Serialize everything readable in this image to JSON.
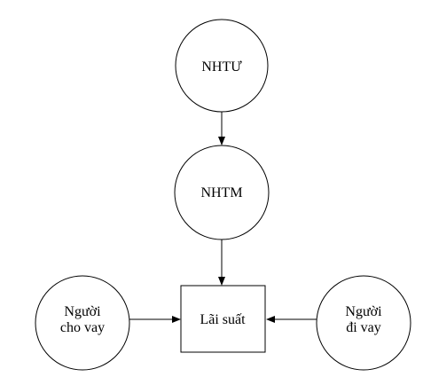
{
  "diagram": {
    "nodes": {
      "nhtu": {
        "label": "NHTƯ"
      },
      "nhtm": {
        "label": "NHTM"
      },
      "lai_suat": {
        "label": "Lãi suất"
      },
      "nguoi_cho_vay": {
        "line1": "Người",
        "line2": "cho vay"
      },
      "nguoi_di_vay": {
        "line1": "Người",
        "line2": "đi vay"
      }
    },
    "edges": [
      {
        "from": "NHTƯ",
        "to": "NHTM"
      },
      {
        "from": "NHTM",
        "to": "Lãi suất"
      },
      {
        "from": "Người cho vay",
        "to": "Lãi suất"
      },
      {
        "from": "Người đi vay",
        "to": "Lãi suất"
      }
    ]
  },
  "colors": {
    "stroke": "#000000",
    "fill": "#ffffff",
    "text": "#000000"
  }
}
